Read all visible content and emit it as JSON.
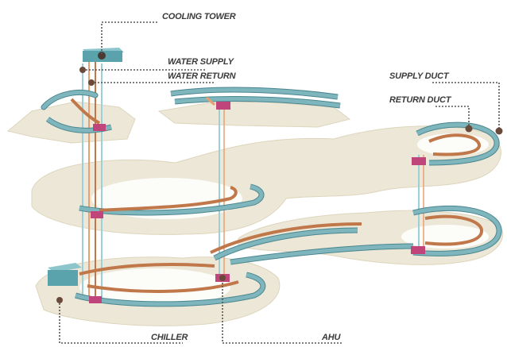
{
  "labels": {
    "cooling_tower": "COOLING TOWER",
    "water_supply": "WATER SUPPLY",
    "water_return": "WATER RETURN",
    "supply_duct": "SUPPLY DUCT",
    "return_duct": "RETURN DUCT",
    "chiller": "CHILLER",
    "ahu": "AHU"
  },
  "colors": {
    "floor": "#ece7d6",
    "floor_edge": "#d8d0b6",
    "supply_duct": "#7fb6bd",
    "supply_duct_edge": "#4a868f",
    "return_pipe": "#c0784a",
    "supply_pipe": "#e8a070",
    "water_pipe": "#9ccfd6",
    "ahu_unit": "#c0457a",
    "equipment": "#5aa3ad",
    "equipment_top": "#8cc6cc",
    "leader": "#555555",
    "dot": "#6a4a3a"
  }
}
